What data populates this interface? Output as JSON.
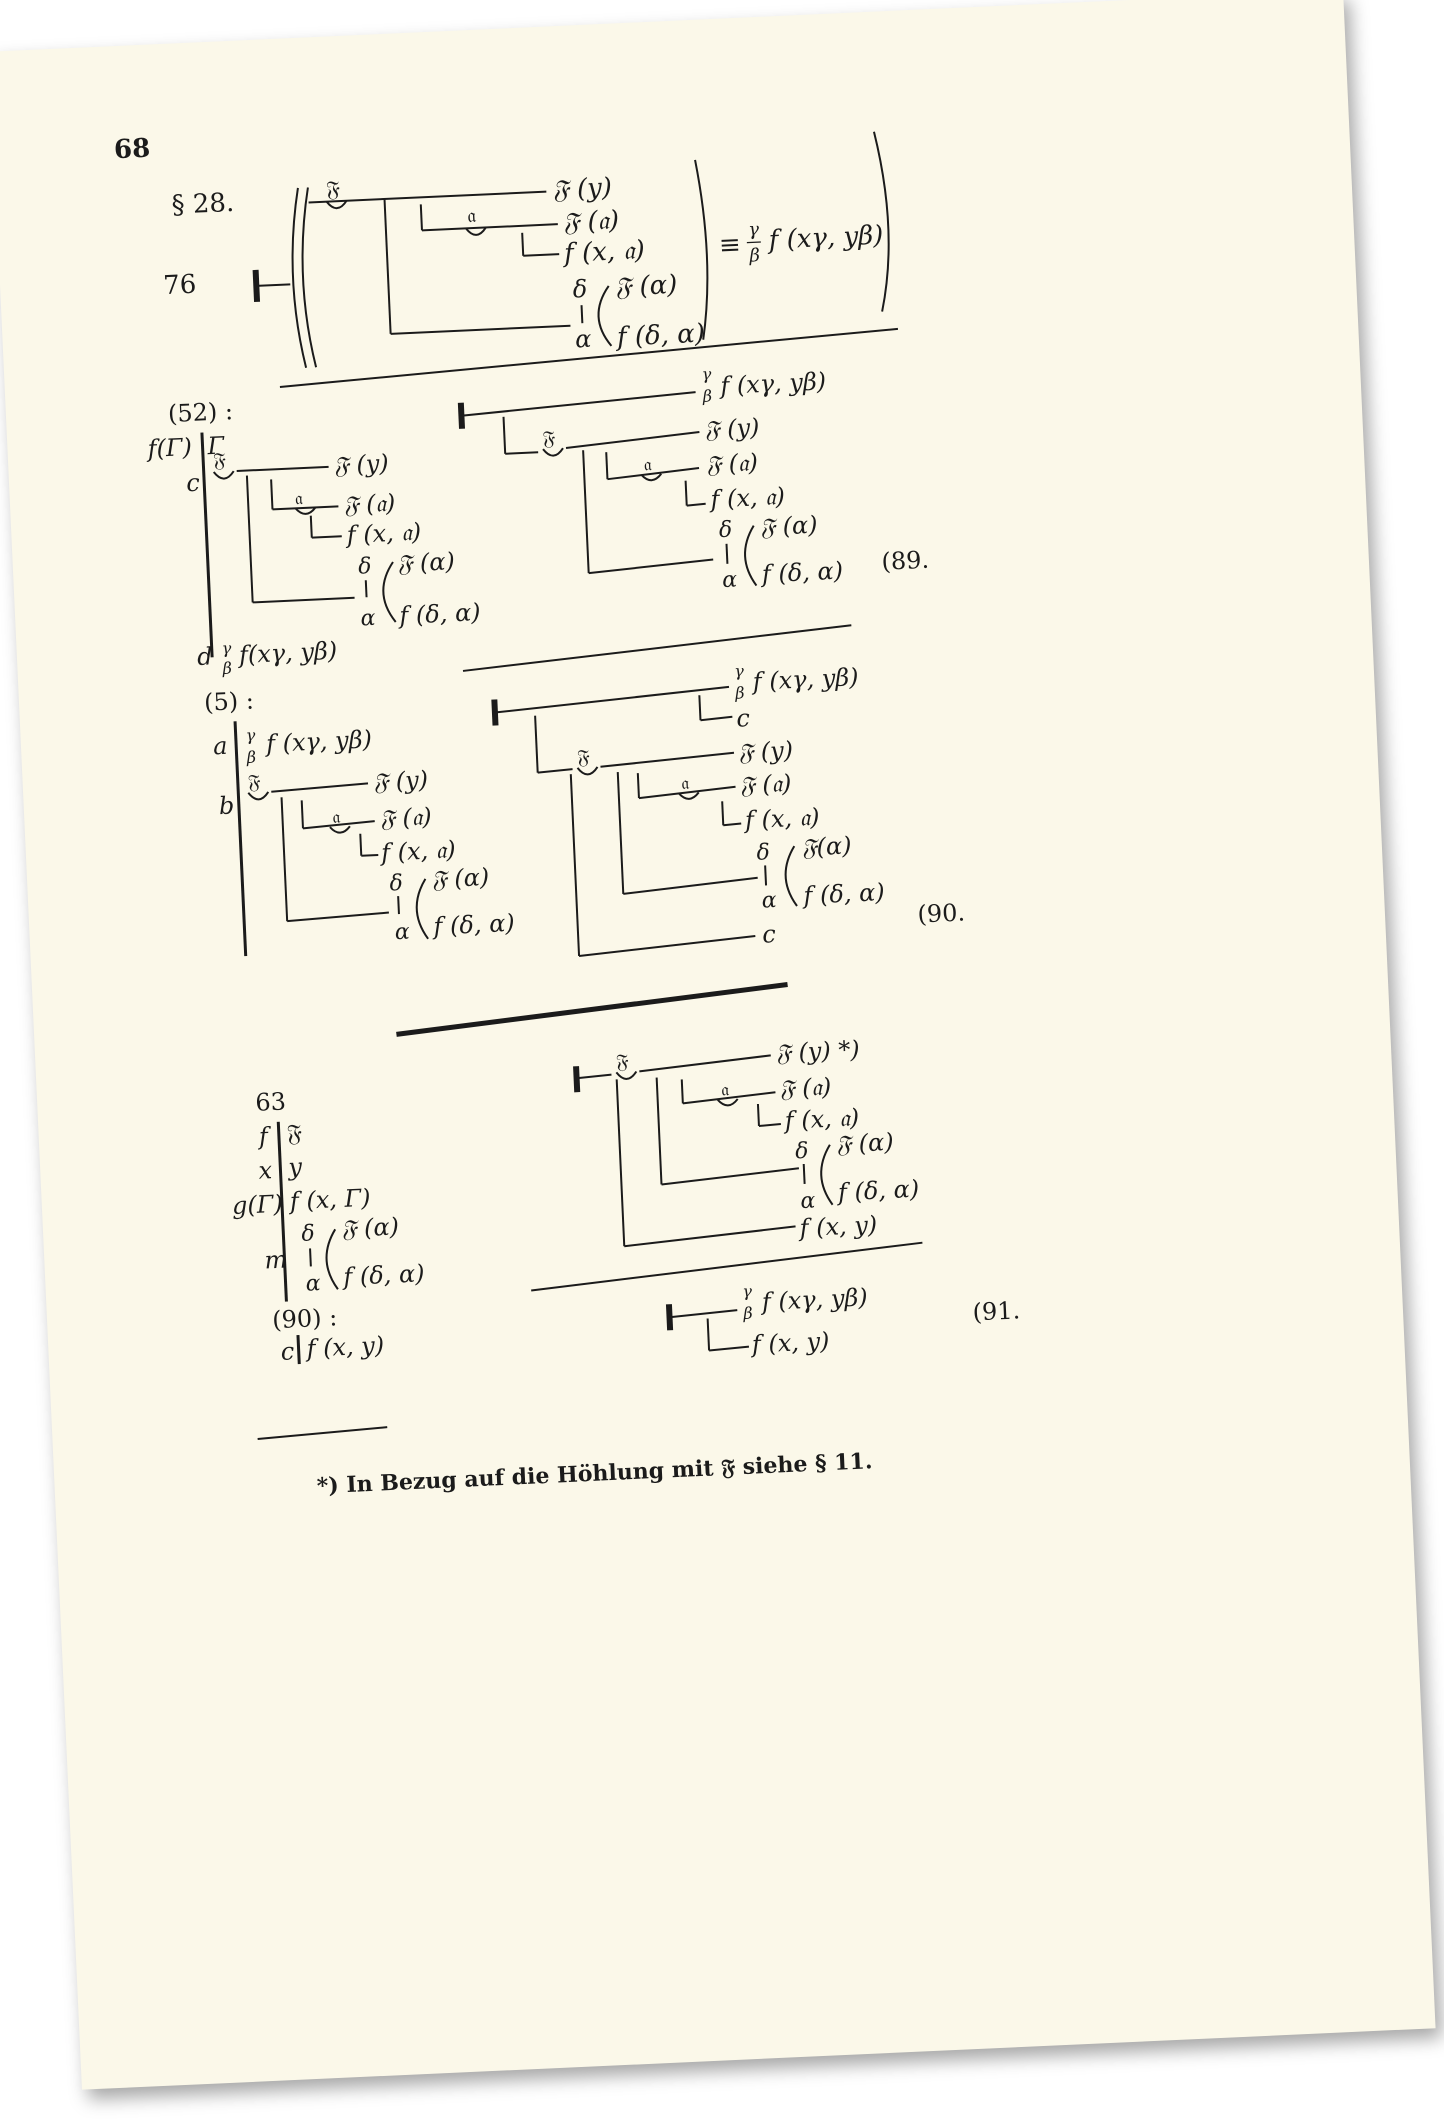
{
  "page_number": "68",
  "section_label": "§ 28.",
  "formula_76": {
    "number": "76",
    "lines": [
      "𝔉 (y)",
      "𝔉 (𝔞)",
      "f (x, 𝔞)",
      "𝔉 (α)",
      "f (δ, α)"
    ],
    "rhs": "f (xγ, yβ)",
    "concavity_F": "𝔉",
    "concavity_a": "𝔞",
    "delta": "δ",
    "alpha": "α",
    "gamma": "γ",
    "beta": "β"
  },
  "block_52": {
    "ref": "(52) :",
    "row1_left": "f(Γ)",
    "row1_right": "Γ",
    "row2_left": "c",
    "row3_left": "d",
    "lines": [
      "𝔉 (y)",
      "𝔉 (𝔞)",
      "f (x, 𝔞)",
      "𝔉 (α)",
      "f (δ, α)"
    ],
    "d_value": "f(xγ, yβ)"
  },
  "formula_89": {
    "number": "(89.",
    "top": "f (xγ, yβ)",
    "lines": [
      "𝔉 (y)",
      "𝔉 (𝔞)",
      "f (x, 𝔞)",
      "𝔉 (α)",
      "f (δ, α)"
    ]
  },
  "block_5": {
    "ref": "(5) :",
    "a_label": "a",
    "a_value": "f (xγ, yβ)",
    "b_label": "b",
    "lines": [
      "𝔉 (y)",
      "𝔉 (𝔞)",
      "f (x, 𝔞)",
      "𝔉 (α)",
      "f (δ, α)"
    ]
  },
  "formula_90": {
    "number": "(90.",
    "top": "f (xγ, yβ)",
    "c1": "c",
    "lines": [
      "𝔉 (y)",
      "𝔉 (𝔞)",
      "f (x, 𝔞)",
      "𝔉(α)",
      "f (δ, α)"
    ],
    "c2": "c"
  },
  "block_63": {
    "ref": "63",
    "rows": [
      {
        "left": "f",
        "right": "𝔉"
      },
      {
        "left": "x",
        "right": "y"
      },
      {
        "left": "g(Γ)",
        "right": "f (x, Γ)"
      },
      {
        "left": "m",
        "right_top": "𝔉 (α)",
        "right_bottom": "f (δ, α)"
      }
    ],
    "ref2": "(90) :",
    "c_label": "c",
    "c_value": "f (x, y)"
  },
  "formula_91_a": {
    "lines": [
      "𝔉 (y) *)",
      "𝔉 (𝔞)",
      "f (x, 𝔞)",
      "𝔉 (α)",
      "f (δ, α)",
      "f (x, y)"
    ]
  },
  "formula_91": {
    "number": "(91.",
    "top": "f (xγ, yβ)",
    "bottom": "f (x, y)"
  },
  "footnote": "*) In Bezug auf die Höhlung mit 𝔉 siehe § 11."
}
